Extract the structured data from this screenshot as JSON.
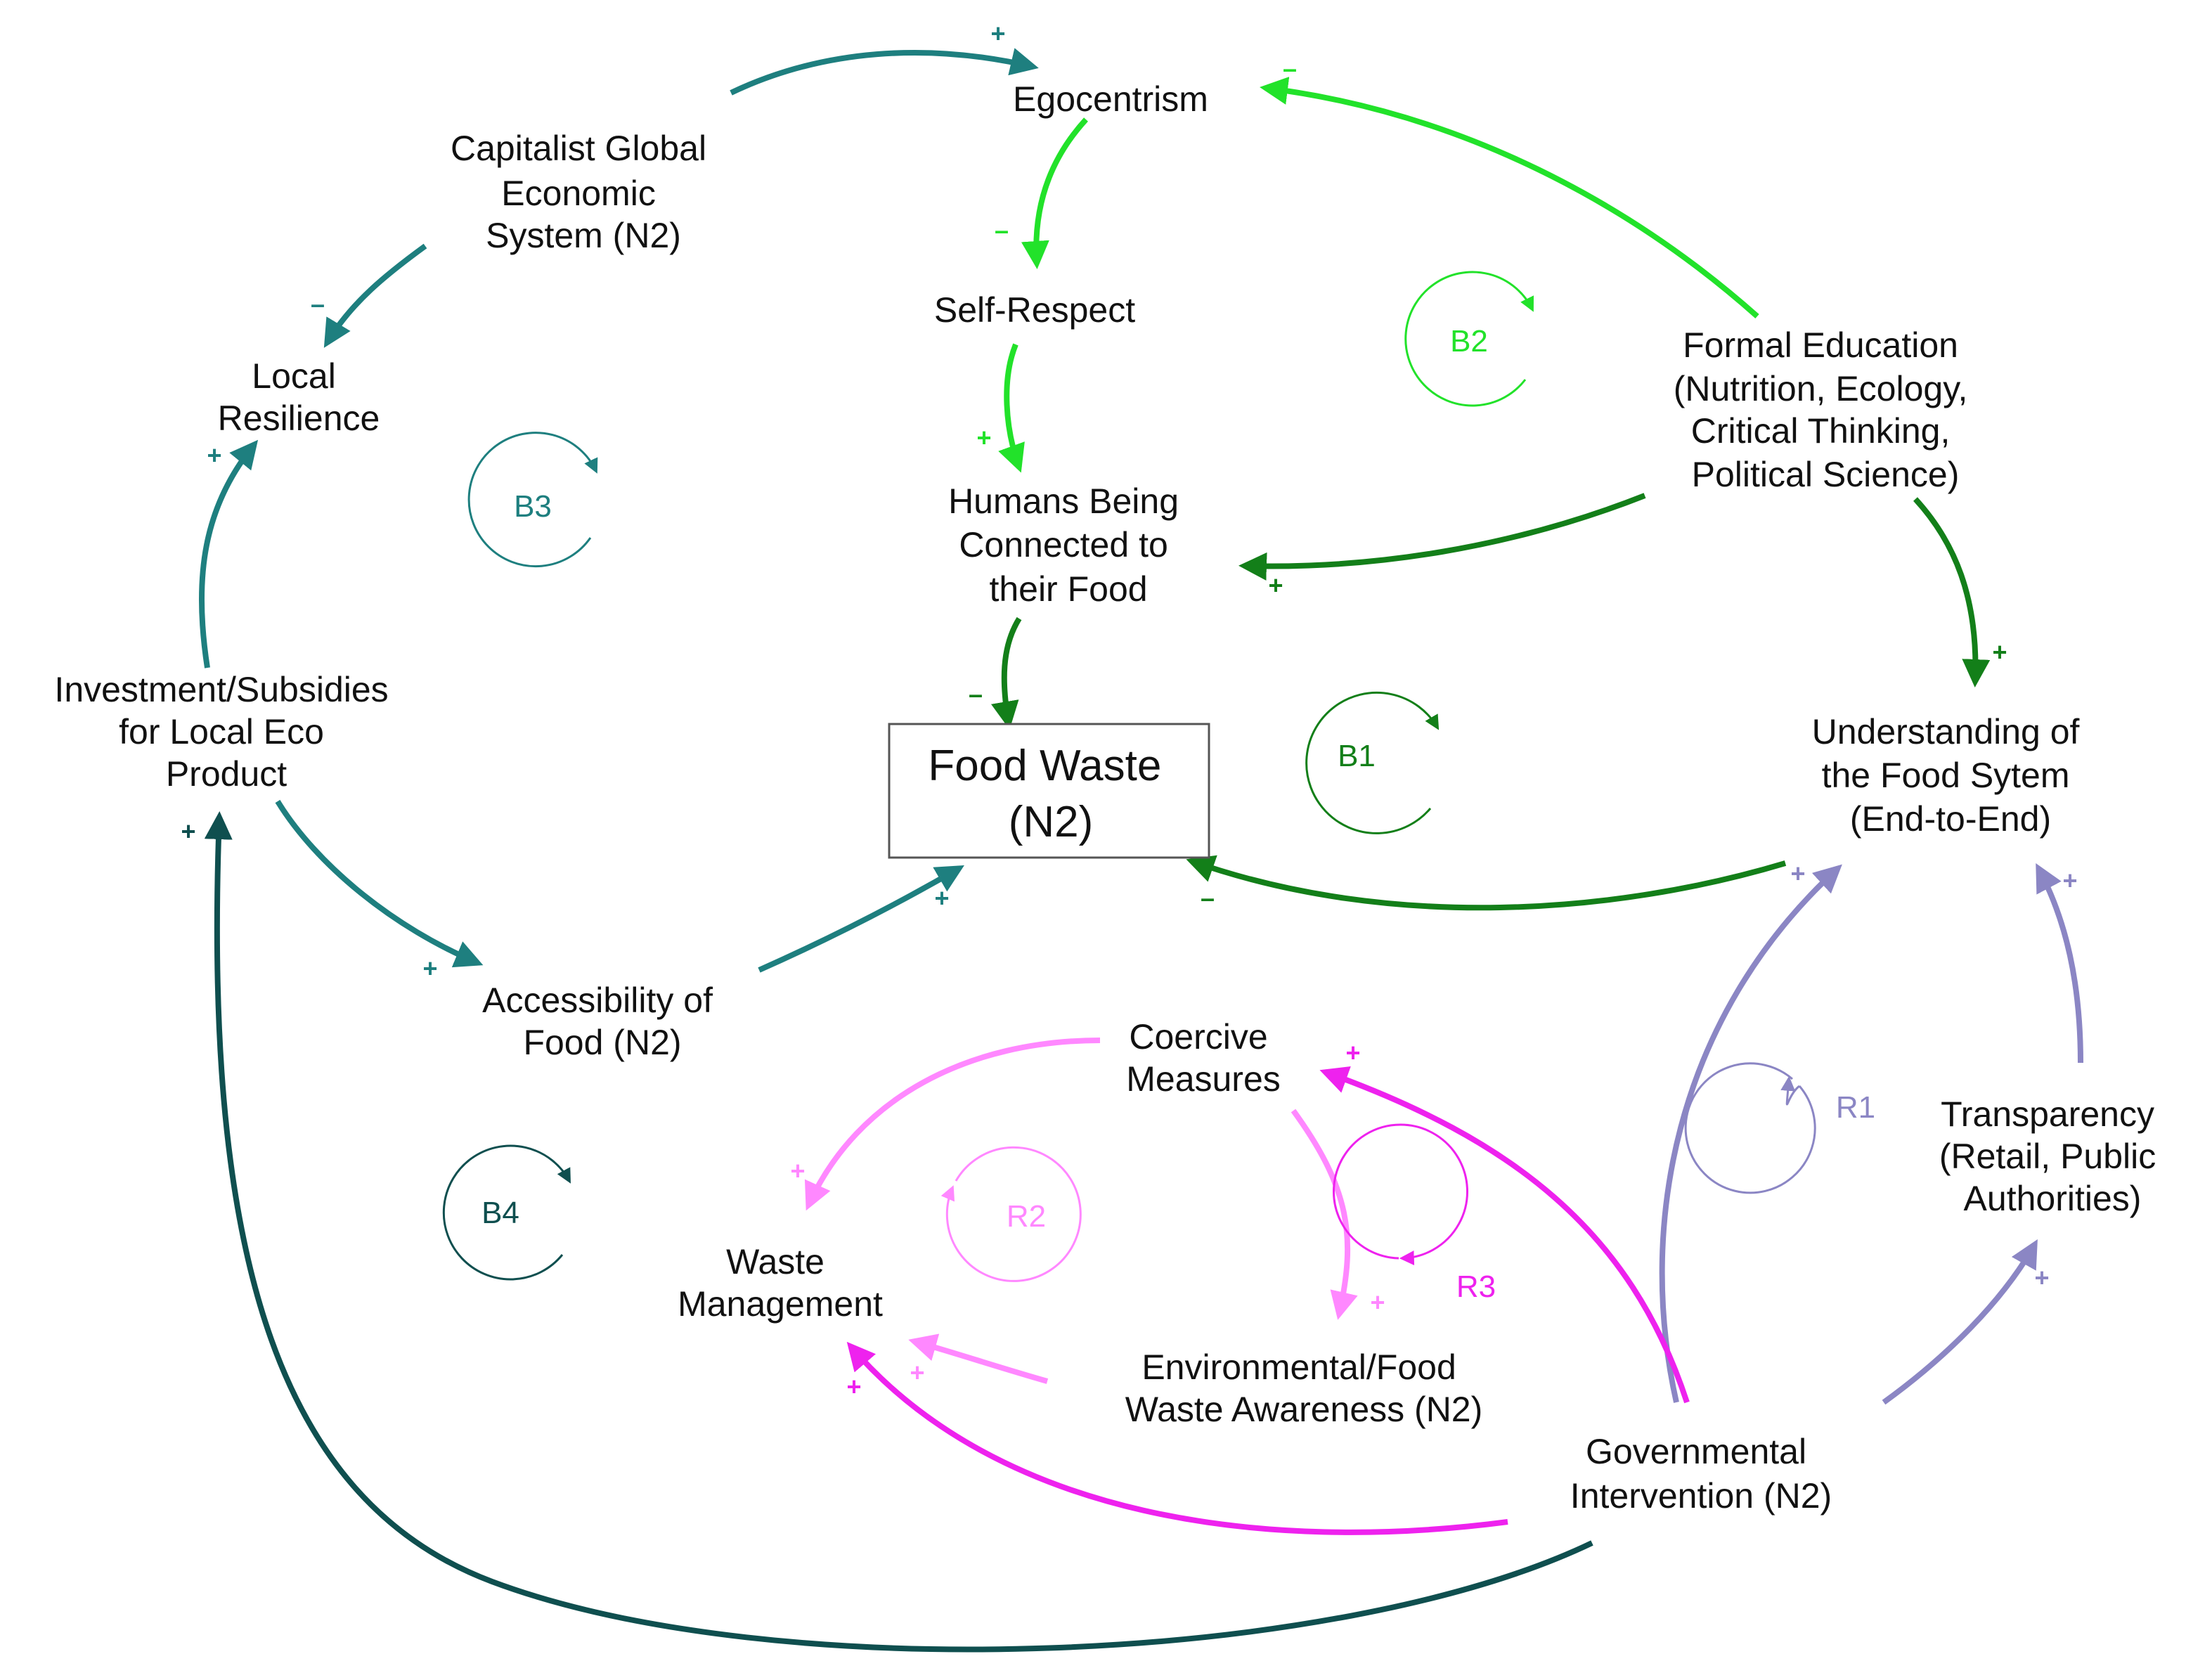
{
  "nodes": {
    "egocentrism": "Egocentrism",
    "capitalist": [
      "Capitalist Global",
      "Economic",
      "System (N2)"
    ],
    "self_respect": "Self-Respect",
    "local_resilience": [
      "Local",
      "Resilience"
    ],
    "formal_education": [
      "Formal Education",
      "(Nutrition, Ecology,",
      "Critical Thinking,",
      "Political Science)"
    ],
    "humans_connected": [
      "Humans Being",
      "Connected to",
      "their Food"
    ],
    "investment": [
      "Investment/Subsidies",
      "for Local Eco",
      "Product"
    ],
    "food_waste": [
      "Food Waste",
      "(N2)"
    ],
    "understanding": [
      "Understanding of",
      "the Food Sytem",
      "(End-to-End)"
    ],
    "accessibility": [
      "Accessibility of",
      "Food (N2)"
    ],
    "coercive": [
      "Coercive",
      "Measures"
    ],
    "transparency": [
      "Transparency",
      "(Retail, Public",
      "Authorities)"
    ],
    "waste_management": [
      "Waste",
      "Management"
    ],
    "awareness": [
      "Environmental/Food",
      "Waste Awareness (N2)"
    ],
    "governmental": [
      "Governmental",
      "Intervention (N2)"
    ]
  },
  "loops": {
    "b1": "B1",
    "b2": "B2",
    "b3": "B3",
    "b4": "B4",
    "r1": "R1",
    "r2": "R2",
    "r3": "R3"
  },
  "polarity": {
    "plus": "+",
    "minus": "–"
  },
  "colors": {
    "teal": "#1e7f7f",
    "dark_teal": "#0f4f4f",
    "bright_green": "#22e22a",
    "dark_green": "#137f19",
    "lavender": "#8b86c4",
    "magenta": "#ee22ee",
    "light_pink": "#ff88ff",
    "text": "#111111"
  }
}
